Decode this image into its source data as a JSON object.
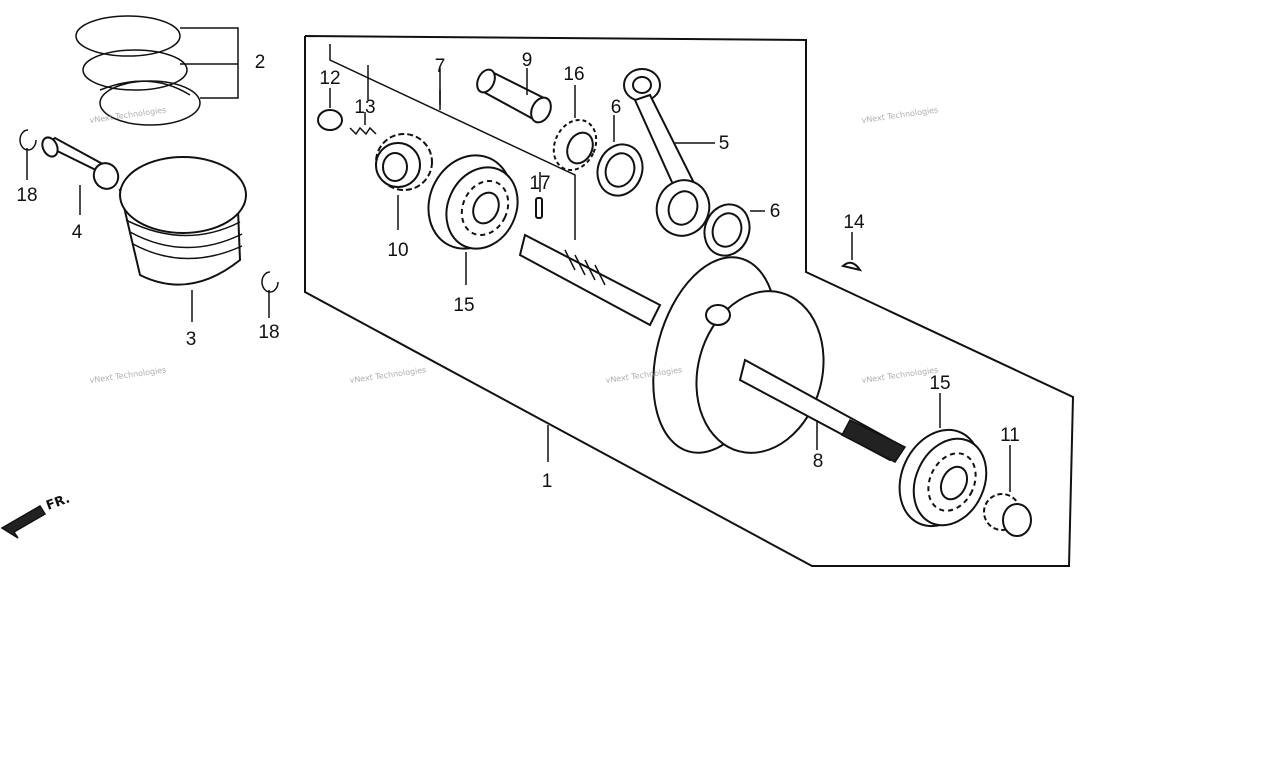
{
  "diagram": {
    "callouts": [
      "1",
      "2",
      "3",
      "4",
      "5",
      "6",
      "6",
      "7",
      "8",
      "9",
      "10",
      "11",
      "12",
      "13",
      "14",
      "15",
      "15",
      "16",
      "17",
      "18",
      "18"
    ],
    "watermark": "vNext Technologies",
    "direction_label": "FR."
  }
}
